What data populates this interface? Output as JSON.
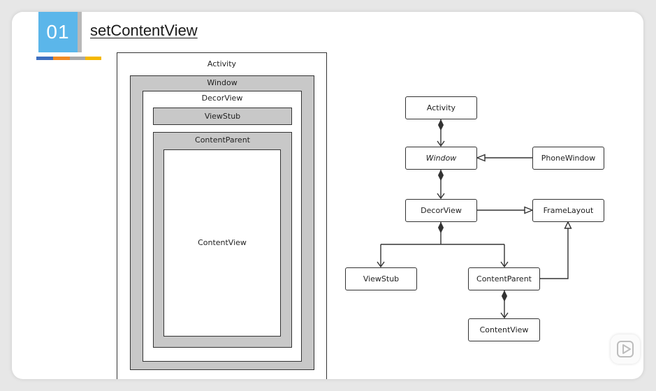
{
  "header": {
    "number": "01",
    "title": "setContentView"
  },
  "colors": {
    "badge": "#5bb6ea",
    "stripe": [
      "#3f6fbf",
      "#f08a24",
      "#a9a9a9",
      "#f5b800"
    ],
    "nest_fill": "#c8c8c8"
  },
  "nested_diagram": {
    "activity": "Activity",
    "window": "Window",
    "decor_view": "DecorView",
    "view_stub": "ViewStub",
    "content_parent": "ContentParent",
    "content_view": "ContentView"
  },
  "uml_diagram": {
    "activity": "Activity",
    "window": "Window",
    "phone_window": "PhoneWindow",
    "decor_view": "DecorView",
    "frame_layout": "FrameLayout",
    "view_stub": "ViewStub",
    "content_parent": "ContentParent",
    "content_view": "ContentView"
  }
}
